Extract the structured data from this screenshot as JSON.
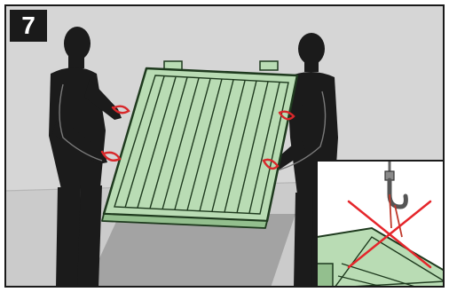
{
  "step": {
    "number": "7"
  },
  "colors": {
    "wall": "#d6d6d6",
    "floor": "#c9c9c9",
    "shadow": "#9e9e9e",
    "panel_fill": "#b9dcb4",
    "panel_stroke": "#1e3a1e",
    "figure": "#1b1b1b",
    "strap": "#d8282b",
    "prohibition_cross": "#e5262b"
  },
  "icons": {
    "main_scene": "two-workers-carrying-solar-collector",
    "inset": "crane-hook-lifting-prohibited"
  }
}
